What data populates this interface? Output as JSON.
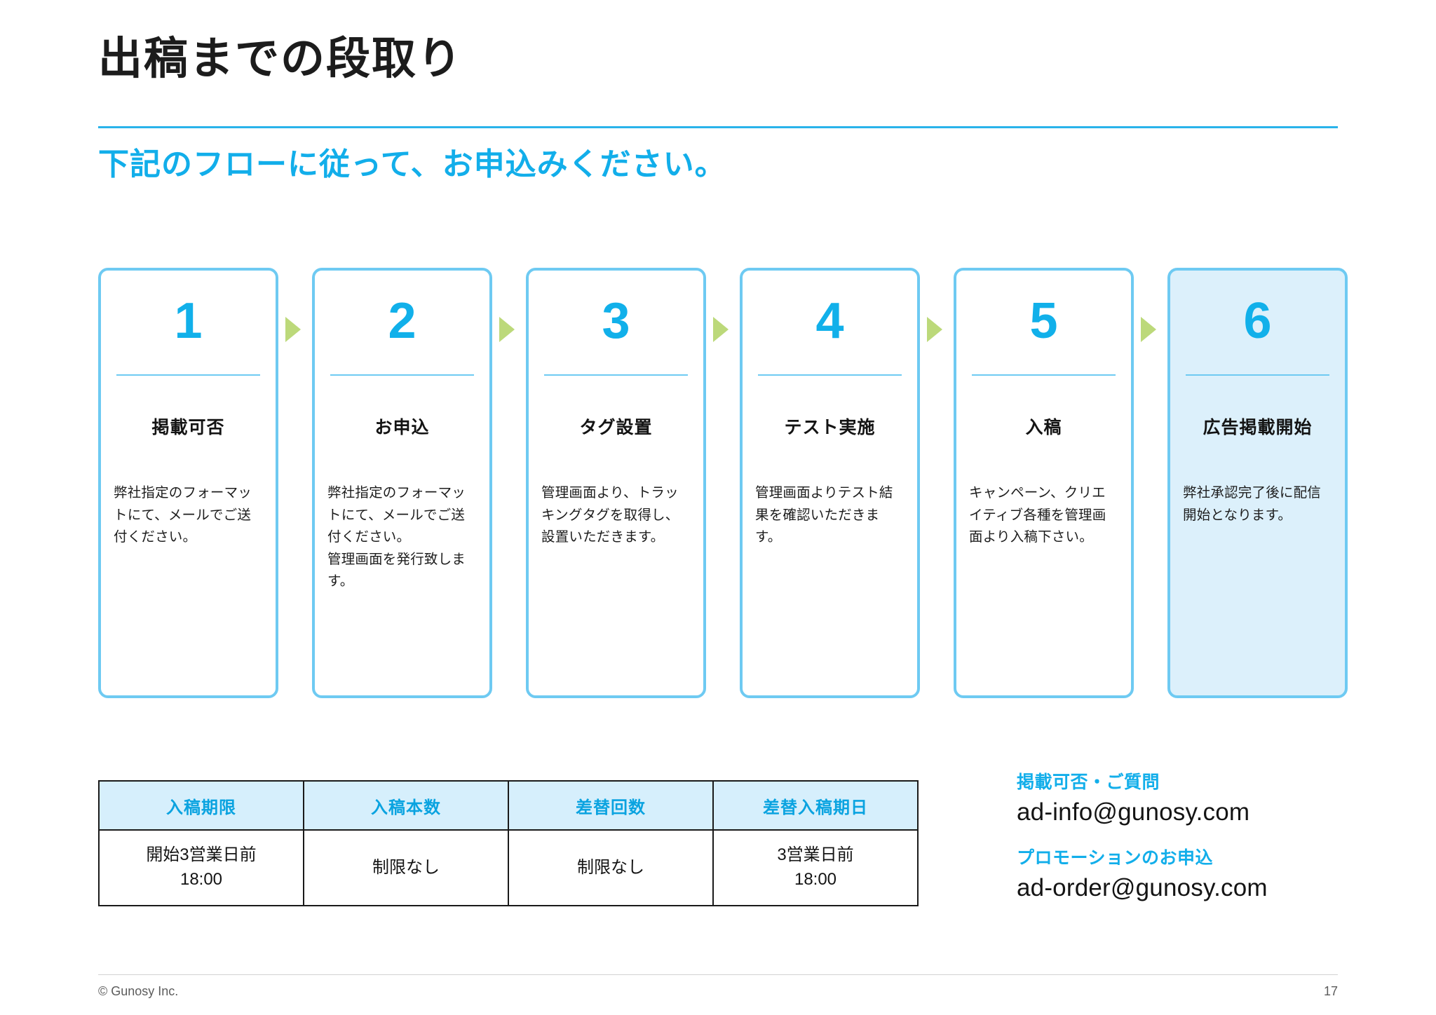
{
  "header": {
    "title": "出稿までの段取り",
    "subtitle": "下記のフローに従って、お申込みください。",
    "rule_color": "#29b3ea",
    "accent_color": "#12aeea"
  },
  "flow": {
    "arrow_icon": "triangle-right-icon",
    "arrow_color": "#bcd97a",
    "card_border_color": "#6ecaf2",
    "highlight_fill": "#dcf0fb",
    "steps": [
      {
        "number": "1",
        "title": "掲載可否",
        "body": "弊社指定のフォーマットにて、メールでご送付ください。",
        "highlight": false
      },
      {
        "number": "2",
        "title": "お申込",
        "body": "弊社指定のフォーマットにて、メールでご送付ください。\n管理画面を発行致します。",
        "highlight": false
      },
      {
        "number": "3",
        "title": "タグ設置",
        "body": "管理画面より、トラッキングタグを取得し、設置いただきます。",
        "highlight": false
      },
      {
        "number": "4",
        "title": "テスト実施",
        "body": "管理画面よりテスト結果を確認いただきます。",
        "highlight": false
      },
      {
        "number": "5",
        "title": "入稿",
        "body": "キャンペーン、クリエイティブ各種を管理画面より入稿下さい。",
        "highlight": false
      },
      {
        "number": "6",
        "title": "広告掲載開始",
        "body": "弊社承認完了後に配信開始となります。",
        "highlight": true
      }
    ]
  },
  "table": {
    "headers": [
      "入稿期限",
      "入稿本数",
      "差替回数",
      "差替入稿期日"
    ],
    "rows": [
      [
        "開始3営業日前\n18:00",
        "制限なし",
        "制限なし",
        "3営業日前\n18:00"
      ]
    ],
    "header_bg": "#d6effc",
    "header_color": "#0aa3e0"
  },
  "contacts": [
    {
      "label": "掲載可否・ご質問",
      "email": "ad-info@gunosy.com"
    },
    {
      "label": "プロモーションのお申込",
      "email": "ad-order@gunosy.com"
    }
  ],
  "footer": {
    "copyright": "© Gunosy Inc.",
    "page_number": "17"
  }
}
